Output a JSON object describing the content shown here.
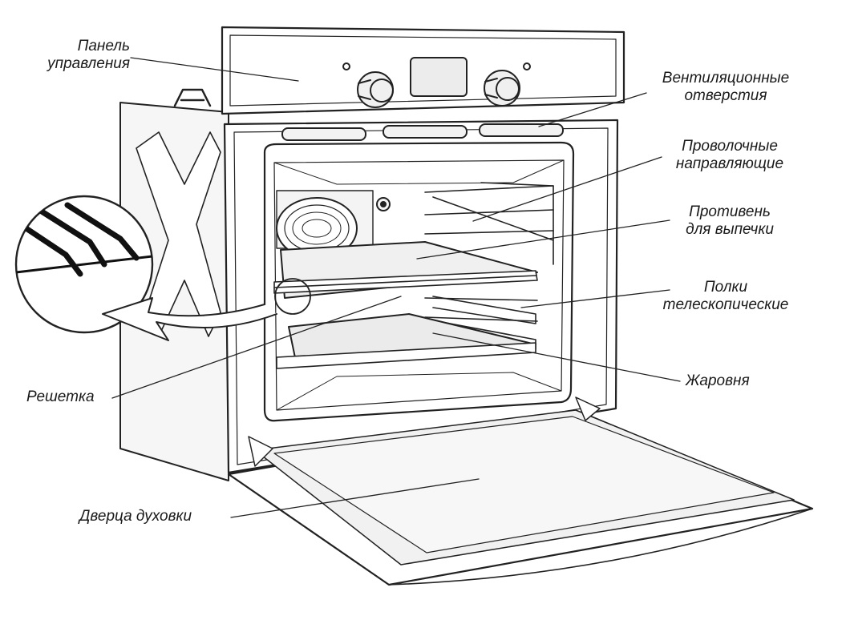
{
  "labels": {
    "control_panel": [
      "Панель",
      "управления"
    ],
    "vents": [
      "Вентиляционные",
      "отверстия"
    ],
    "wire_guides": [
      "Проволочные",
      "направляющие"
    ],
    "baking_tray": [
      "Противень",
      "для выпечки"
    ],
    "telescopic_shelves": [
      "Полки",
      "телескопические"
    ],
    "roasting_pan": [
      "Жаровня"
    ],
    "grid": [
      "Решетка"
    ],
    "oven_door": [
      "Дверца духовки"
    ]
  }
}
